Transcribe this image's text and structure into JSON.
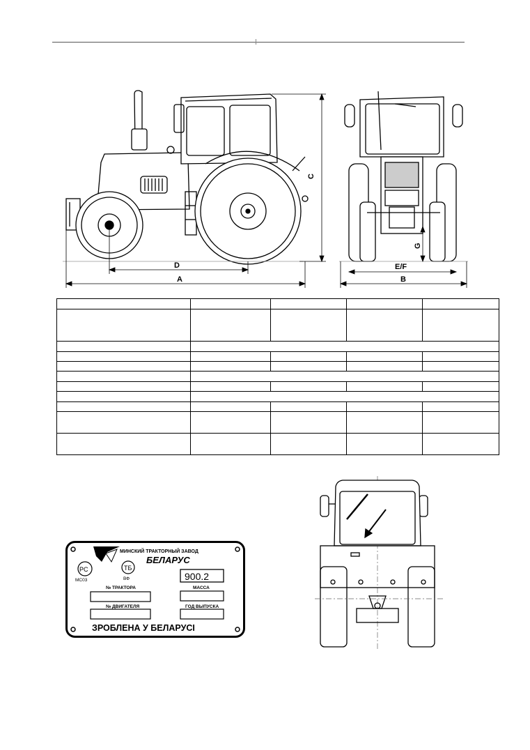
{
  "dimension_labels": {
    "a": "A",
    "b": "B",
    "c": "C",
    "d": "D",
    "ef": "E/F",
    "g": "G"
  },
  "plate": {
    "manufacturer": "МИНСКИЙ ТРАКТОРНЫЙ ЗАВОД",
    "brand": "БЕЛАРУС",
    "model": "900.2",
    "cert_mark_1": "МС03",
    "cert_mark_2": "ВФ",
    "tractor_no_label": "№ ТРАКТОРА",
    "mass_label": "МАССА",
    "engine_no_label": "№ ДВИГАТЕЛЯ",
    "year_label": "ГОД ВЫПУСКА",
    "made_in": "ЗРОБЛЕНА У БЕЛАРУСІ"
  }
}
